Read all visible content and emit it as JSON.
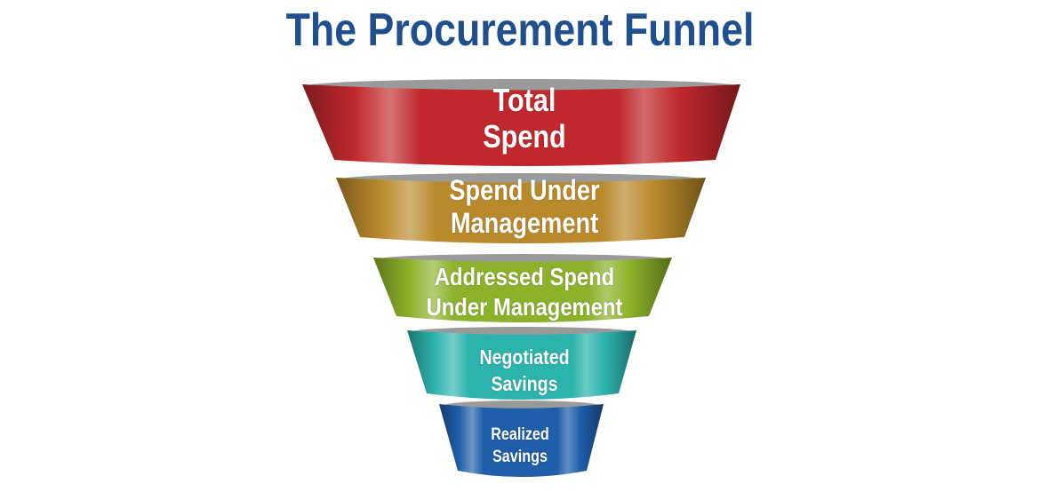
{
  "title": "The Procurement Funnel",
  "tiers": [
    {
      "lines": [
        "Total",
        "Spend"
      ],
      "color": "#c0282c"
    },
    {
      "lines": [
        "Spend Under",
        "Management"
      ],
      "color": "#b98a2c"
    },
    {
      "lines": [
        "Addressed Spend",
        "Under Management"
      ],
      "color": "#8bb22a"
    },
    {
      "lines": [
        "Negotiated",
        "Savings"
      ],
      "color": "#2cb3ad"
    },
    {
      "lines": [
        "Realized",
        "Savings"
      ],
      "color": "#1f5ea8"
    }
  ]
}
